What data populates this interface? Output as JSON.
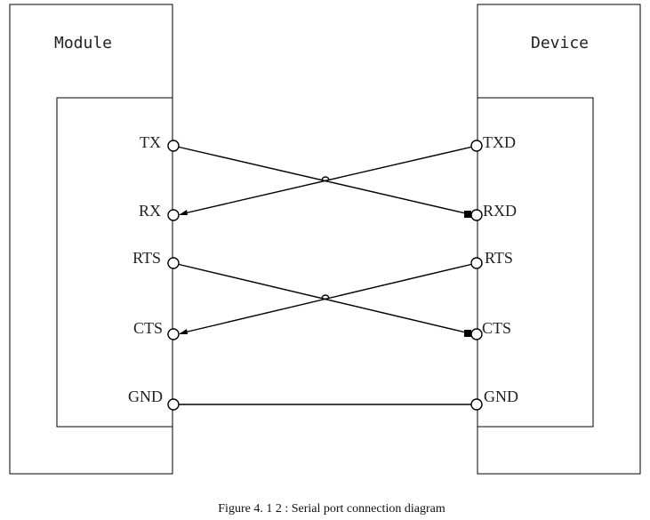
{
  "module": {
    "title": "Module",
    "pins": {
      "tx": "TX",
      "rx": "RX",
      "rts": "RTS",
      "cts": "CTS",
      "gnd": "GND"
    }
  },
  "device": {
    "title": "Device",
    "pins": {
      "txd": "TXD",
      "rxd": "RXD",
      "rts": "RTS",
      "cts": "CTS",
      "gnd": "GND"
    }
  },
  "caption": "Figure 4. 1 2 : Serial port connection diagram"
}
